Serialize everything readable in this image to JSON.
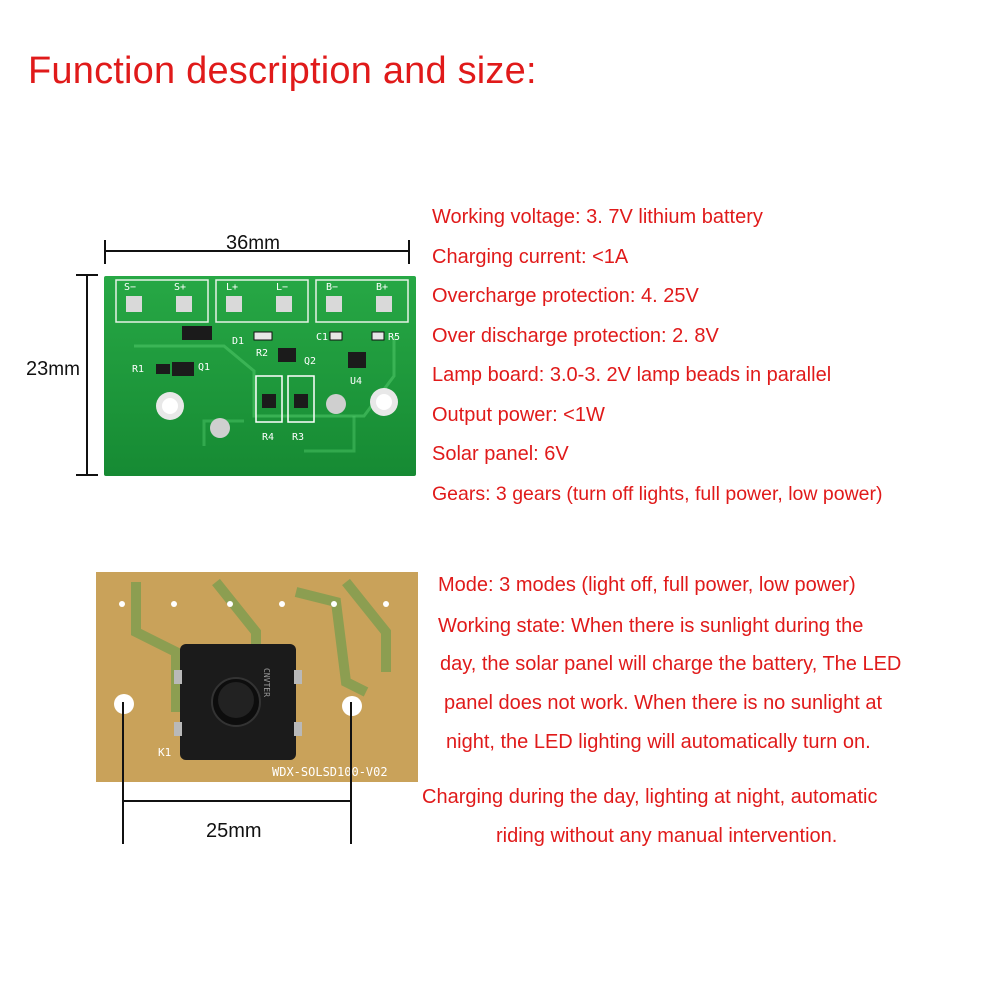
{
  "title": "Function description and size:",
  "board_top": {
    "width_label": "36",
    "width_unit": "mm",
    "height_label": "23",
    "height_unit": "mm",
    "pads": [
      "S−",
      "S+",
      "L+",
      "L−",
      "B−",
      "B+"
    ],
    "components": [
      "D1",
      "R2",
      "Q2",
      "C1",
      "R5",
      "R1",
      "Q1",
      "U4",
      "R4",
      "R3"
    ]
  },
  "specs": [
    "Working voltage: 3. 7V lithium battery",
    "Charging current: <1A",
    "Overcharge protection: 4. 25V",
    "Over discharge protection: 2. 8V",
    "Lamp board: 3.0-3. 2V lamp beads in parallel",
    "Output power: <1W",
    "Solar panel: 6V",
    "Gears: 3 gears (turn off lights, full power, low power)"
  ],
  "board_bottom": {
    "width_label": "25mm",
    "switch_label": "K1",
    "silkscreen": "WDX-SOLSD100-V02",
    "switch_brand": "CNVTER"
  },
  "mode_lines": [
    "Mode: 3 modes (light off, full power, low power)",
    "Working state: When there is sunlight during the",
    "day, the solar panel will charge the battery, The LED",
    "panel does not work. When there is no sunlight at",
    "night, the LED lighting will automatically turn on."
  ],
  "footer_lines": [
    "Charging during the day, lighting at night, automatic",
    "riding without any manual intervention."
  ],
  "colors": {
    "text_red": "#e01a1a",
    "pcb_green": "#1f9a3a",
    "pcb_pad": "#d9d9d9",
    "pcb_tan": "#c9a25a",
    "switch_black": "#1b1b1b"
  }
}
